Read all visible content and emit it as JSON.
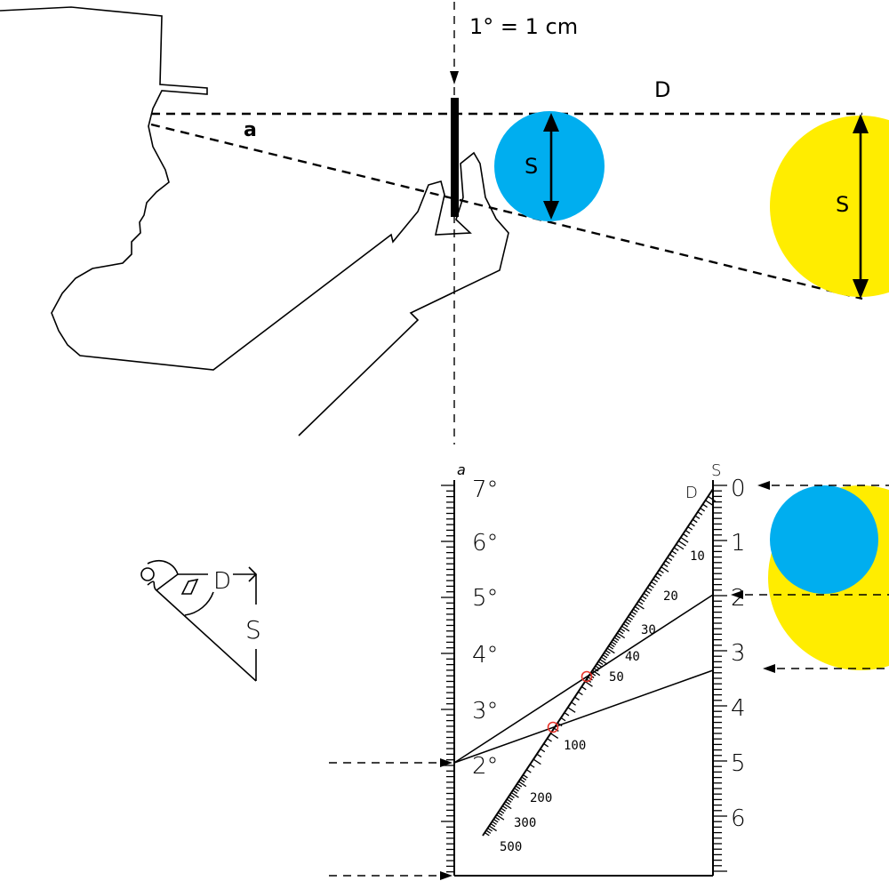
{
  "colors": {
    "near_object": "#00aeef",
    "far_object": "#ffed00",
    "marker": "#e8332a",
    "ink": "#000000"
  },
  "top_scene": {
    "scale_rule": "1° = 1 cm",
    "angle_label": "a",
    "distance_label": "D",
    "near_size_label": "S",
    "far_size_label": "S"
  },
  "icon": {
    "distance_label": "D",
    "size_label": "S",
    "icons": [
      "eye-icon",
      "angle-marker-icon"
    ]
  },
  "nomogram": {
    "angle_axis": {
      "header": "a",
      "labels": [
        "7°",
        "6°",
        "5°",
        "4°",
        "3°",
        "2°"
      ],
      "values": [
        7,
        6,
        5,
        4,
        3,
        2
      ]
    },
    "distance_axis": {
      "header": "D",
      "labels": [
        "10",
        "20",
        "30",
        "40",
        "50",
        "100",
        "200",
        "300",
        "500"
      ],
      "values": [
        10,
        20,
        30,
        40,
        50,
        100,
        200,
        300,
        500
      ]
    },
    "size_axis": {
      "header": "S",
      "labels": [
        "0",
        "1",
        "2",
        "3",
        "4",
        "5",
        "6"
      ],
      "values": [
        0,
        1,
        2,
        3,
        4,
        5,
        6
      ]
    },
    "example_solutions": [
      {
        "angle": 2,
        "size": 2,
        "distance": 57
      },
      {
        "angle": 2,
        "size": 3.2,
        "distance": 92
      }
    ]
  }
}
